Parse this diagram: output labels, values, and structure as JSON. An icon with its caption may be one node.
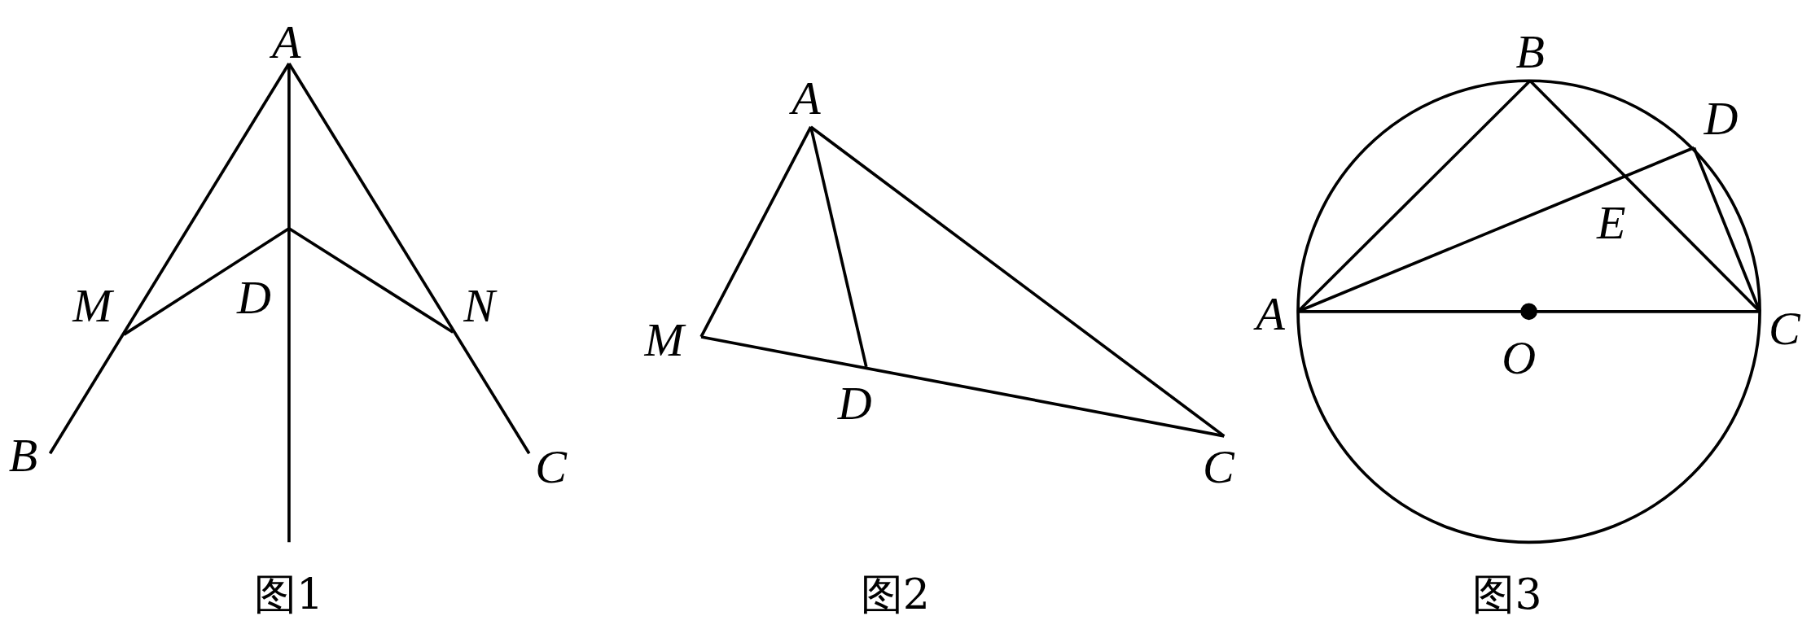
{
  "diagram": {
    "labels": [
      "A",
      "M",
      "D",
      "N",
      "B",
      "C",
      "图1",
      "A",
      "M",
      "D",
      "C",
      "图2",
      "B",
      "D",
      "E",
      "A",
      "O",
      "C",
      "图3"
    ]
  }
}
